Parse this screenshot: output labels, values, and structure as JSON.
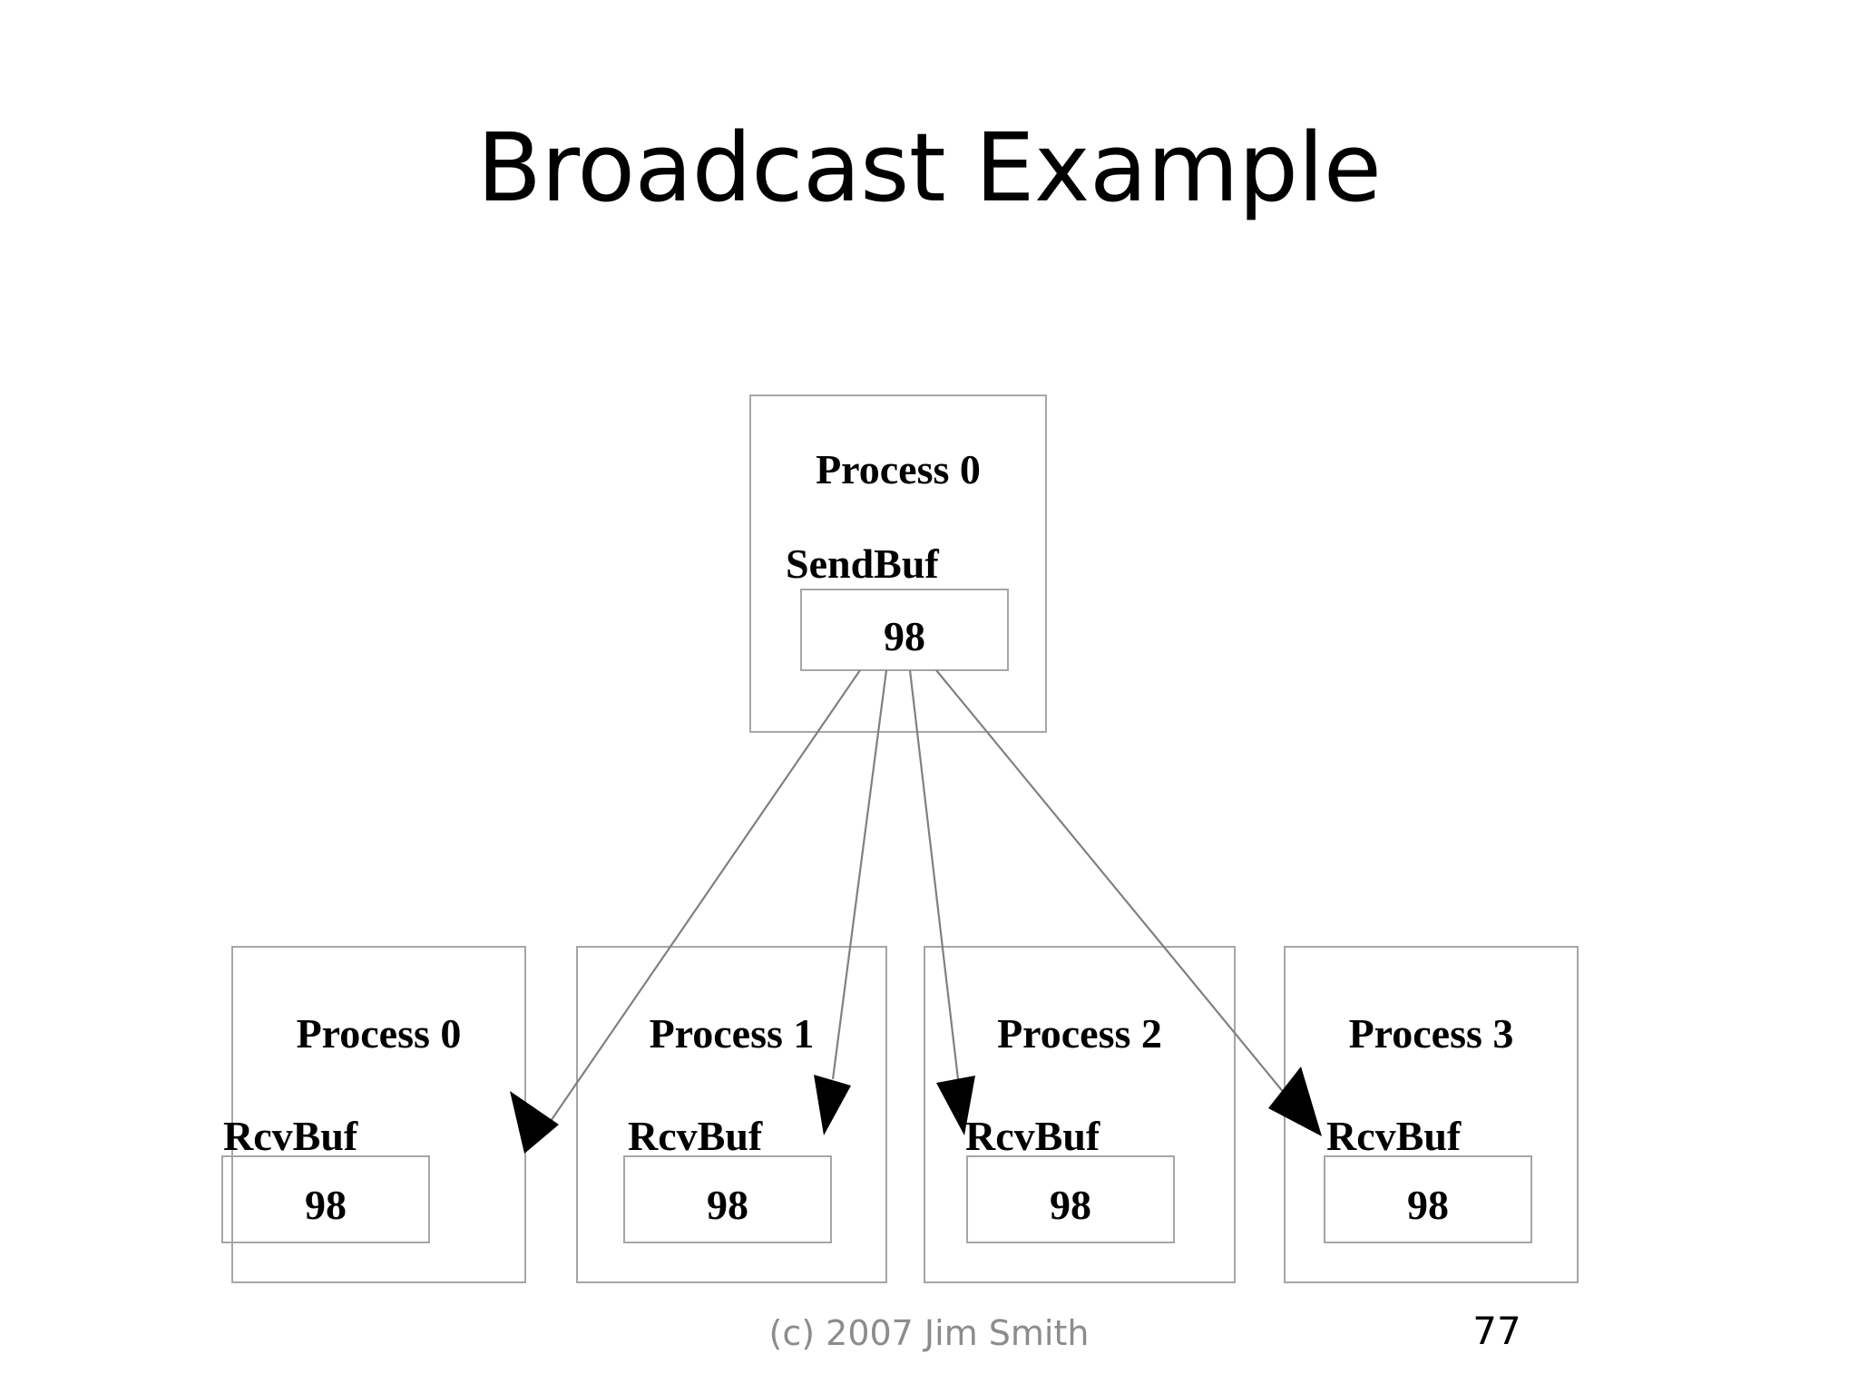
{
  "slide": {
    "title": "Broadcast Example",
    "page_number": "77",
    "credit": "(c) 2007 Jim Smith",
    "colors": {
      "box_border": "#a6a6a6",
      "arrow_line": "#808080",
      "arrow_head": "#000000",
      "text": "#000000",
      "credit_text": "#8c8c8c",
      "background": "#ffffff"
    }
  },
  "sender": {
    "process_label": "Process 0",
    "buffer_label": "SendBuf",
    "buffer_value": "98"
  },
  "receivers": [
    {
      "process_label": "Process 0",
      "buffer_label": "RcvBuf",
      "buffer_value": "98"
    },
    {
      "process_label": "Process 1",
      "buffer_label": "RcvBuf",
      "buffer_value": "98"
    },
    {
      "process_label": "Process 2",
      "buffer_label": "RcvBuf",
      "buffer_value": "98"
    },
    {
      "process_label": "Process 3",
      "buffer_label": "RcvBuf",
      "buffer_value": "98"
    }
  ]
}
